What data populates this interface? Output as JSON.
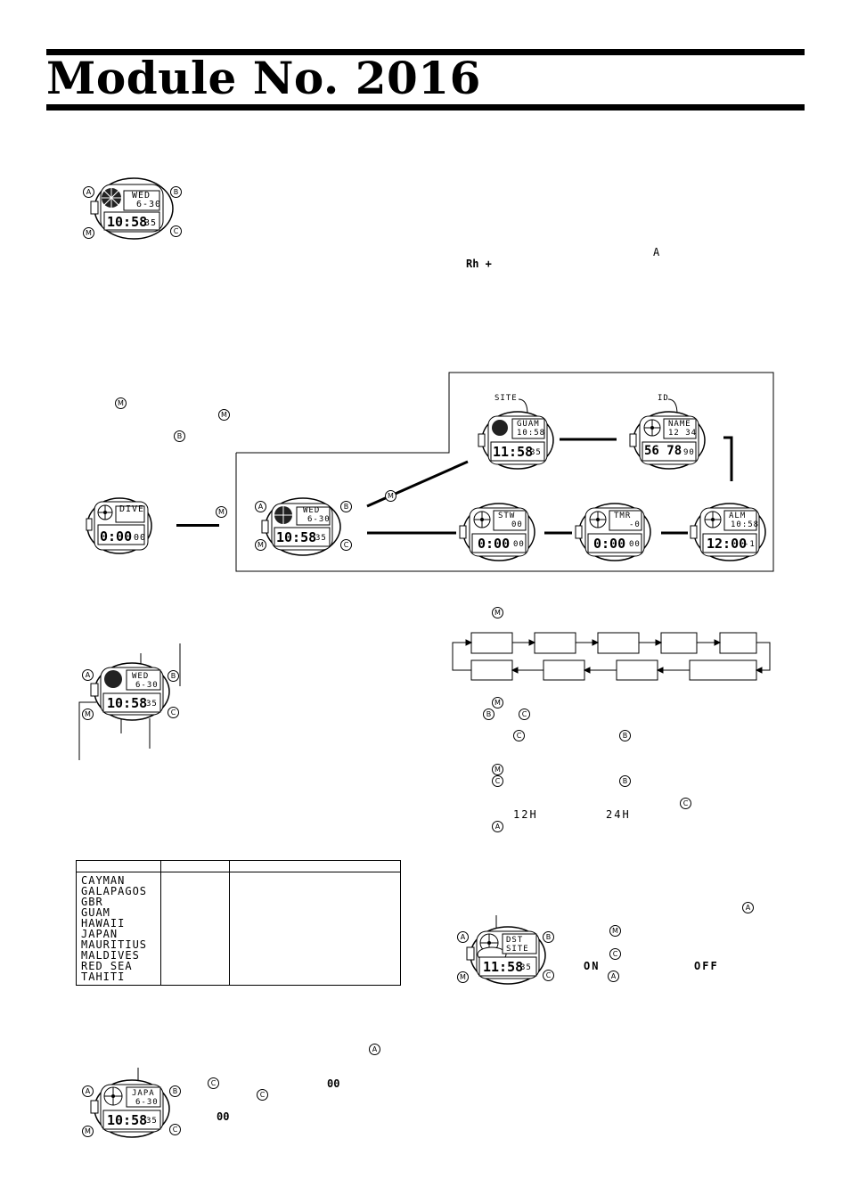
{
  "header": {
    "title": "Module No. 2016"
  },
  "buttons": {
    "a": "A",
    "b": "B",
    "c": "C",
    "m": "M"
  },
  "main_watch": {
    "day": "WED",
    "date": "6-30",
    "time": "10:58",
    "seconds": "35"
  },
  "inline_glyphs": {
    "a_char": "A",
    "mode_text": "Rh +"
  },
  "mode_diagram": {
    "dive": {
      "label": "DIVE",
      "time": "0:00",
      "sec": "00"
    },
    "center": {
      "day": "WED",
      "date": "6-30",
      "time": "10:58",
      "sec": "35"
    },
    "site": {
      "callout": "SITE",
      "name": "GUAM",
      "time_top": "10:58",
      "time": "11:58",
      "sec": "35"
    },
    "id": {
      "callout": "ID",
      "name": "NAME",
      "num": "12 34",
      "time": "56 78",
      "sec": "90"
    },
    "stw": {
      "label": "STW",
      "top": "00",
      "time": "0:00",
      "sec": "00"
    },
    "tmr": {
      "label": "TMR",
      "top": "-0",
      "time": "0:00",
      "sec": "00"
    },
    "alm": {
      "label": "ALM",
      "top": "10:58",
      "time": "12:00",
      "sec": "-1"
    }
  },
  "labeled_watch": {
    "day": "WED",
    "date": "6-30",
    "time": "10:58",
    "sec": "35"
  },
  "site_table": {
    "headers": [
      "",
      "",
      ""
    ],
    "rows": [
      "CAYMAN",
      "GALAPAGOS",
      "GBR",
      "GUAM",
      "HAWAII",
      "JAPAN",
      "MAURITIUS",
      "MALDIVES",
      "RED SEA",
      "TAHITI"
    ]
  },
  "format_options": {
    "h12": "12H",
    "h24": "24H"
  },
  "dst_watch": {
    "label": "DST",
    "sub": "SITE",
    "time": "11:58",
    "sec": "35"
  },
  "dst_options": {
    "on": "ON",
    "off": "OFF"
  },
  "japa_watch": {
    "name": "JAPA",
    "date": "6-30",
    "time": "10:58",
    "sec": "35"
  },
  "zero_glyph": "00"
}
